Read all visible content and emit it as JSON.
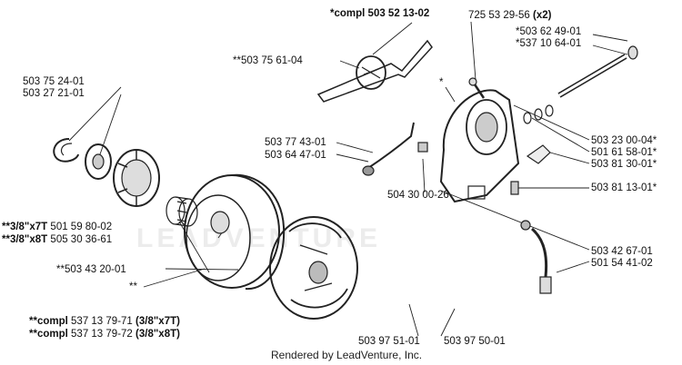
{
  "watermark": "LEADVENTURE",
  "footer": "Rendered by LeadVenture, Inc.",
  "labels": {
    "compl_top_prefix": "*compl",
    "compl_top_num": "503 52 13-02",
    "l_725": "725 53 29-56",
    "l_725_qty": "(x2)",
    "l_503_62": "*503 62 49-01",
    "l_537_10": "*537 10 64-01",
    "l_503_75_61": "**503 75 61-04",
    "l_star": "*",
    "l_503_75_24": "503 75 24-01",
    "l_503_27": "503 27 21-01",
    "l_503_77": "503 77 43-01",
    "l_503_64": "503 64 47-01",
    "l_503_23": "503 23 00-04*",
    "l_501_61": "501 61 58-01*",
    "l_503_81_30": "503 81 30-01*",
    "l_504_30": "504 30 00-26",
    "l_503_81_13": "503 81 13-01*",
    "l_38x7_prefix": "**3/8\"x7T",
    "l_38x7_num": "501 59 80-02",
    "l_38x8_prefix": "**3/8\"x8T",
    "l_38x8_num": "505 30 36-61",
    "l_503_43": "**503 43 20-01",
    "l_dstar": "**",
    "l_503_42": "503 42 67-01",
    "l_501_54": "501 54 41-02",
    "compl1_prefix": "**compl",
    "compl1_num": "537 13 79-71",
    "compl1_suffix": "(3/8\"x7T)",
    "compl2_prefix": "**compl",
    "compl2_num": "537 13 79-72",
    "compl2_suffix": "(3/8\"x8T)",
    "l_503_97_51": "503 97 51-01",
    "l_503_97_50": "503 97 50-01"
  }
}
